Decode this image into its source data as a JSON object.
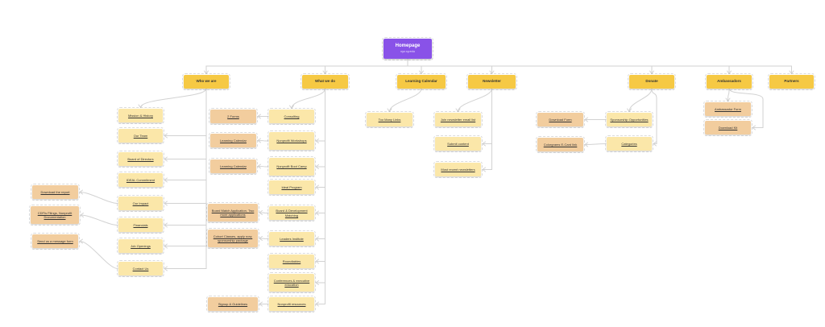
{
  "colors": {
    "purple": "#8952e8",
    "yellow": "#f6c944",
    "light_yellow": "#fbe7a9",
    "tan": "#f2cd9e",
    "connector": "#d2d2d2",
    "text": "#333333"
  },
  "homepage": {
    "title": "Homepage",
    "subtitle": "xyz.xy.edu"
  },
  "nodes": [
    {
      "id": "homepage",
      "type": "root",
      "label": "Homepage"
    },
    {
      "id": "who-we-are",
      "type": "section",
      "label": "Who we are"
    },
    {
      "id": "what-we-do",
      "type": "section",
      "label": "What we do"
    },
    {
      "id": "learning-calendar",
      "type": "section",
      "label": "Learning Calendar"
    },
    {
      "id": "newsletter",
      "type": "section",
      "label": "Newsletter"
    },
    {
      "id": "donate",
      "type": "section",
      "label": "Donate"
    },
    {
      "id": "ambassadors",
      "type": "section",
      "label": "Ambassadors"
    },
    {
      "id": "partners",
      "type": "section",
      "label": "Partners"
    },
    {
      "id": "mission-history",
      "type": "page",
      "label": "Mission & History"
    },
    {
      "id": "our-team",
      "type": "page",
      "label": "Our Team"
    },
    {
      "id": "board-of-directors",
      "type": "page",
      "label": "Board of Directors"
    },
    {
      "id": "ideal-commitment",
      "type": "page",
      "label": "IDEAL Commitment"
    },
    {
      "id": "our-impact",
      "type": "page",
      "label": "Our Impact"
    },
    {
      "id": "financials",
      "type": "page",
      "label": "Financials"
    },
    {
      "id": "job-openings",
      "type": "page",
      "label": "Job Openings"
    },
    {
      "id": "contact-us",
      "type": "page",
      "label": "Contact Us"
    },
    {
      "id": "download-the-report",
      "type": "leaf",
      "label": "Download the report"
    },
    {
      "id": "cdfi-docs",
      "type": "leaf",
      "label": "CDFIs Filings, Nonprofit Documentation"
    },
    {
      "id": "send-message-form",
      "type": "leaf",
      "label": "Send us a message form"
    },
    {
      "id": "consulting",
      "type": "page",
      "label": "Consulting"
    },
    {
      "id": "nonprofit-workshops",
      "type": "page",
      "label": "Nonprofit Workshops"
    },
    {
      "id": "nonprofit-boot-camp",
      "type": "page",
      "label": "Nonprofit Boot Camp"
    },
    {
      "id": "ideal-program",
      "type": "page",
      "label": "Ideal Program"
    },
    {
      "id": "board-dev-matching",
      "type": "page",
      "label": "Board & Development Matching"
    },
    {
      "id": "leaders-institute",
      "type": "page",
      "label": "Leaders Institute"
    },
    {
      "id": "roundtables",
      "type": "page",
      "label": "Roundtables"
    },
    {
      "id": "conferences",
      "type": "page",
      "label": "Conferences & executive education"
    },
    {
      "id": "nonprofit-resources",
      "type": "page",
      "label": "Nonprofit resources"
    },
    {
      "id": "two-forms",
      "type": "leaf",
      "label": "2 Forms"
    },
    {
      "id": "learning-calendar-1",
      "type": "leaf",
      "label": "Learning Calendar"
    },
    {
      "id": "learning-calendar-2",
      "type": "leaf",
      "label": "Learning Calendar"
    },
    {
      "id": "board-match-app",
      "type": "leaf",
      "label": "Board Match Application, Two more applications"
    },
    {
      "id": "cohort-classes",
      "type": "leaf",
      "label": "Cohort Classes, apply now, sponsorship package"
    },
    {
      "id": "signup-guidelines",
      "type": "leaf",
      "label": "Signup & Guidelines"
    },
    {
      "id": "too-many-links",
      "type": "page",
      "label": "Too Many Links"
    },
    {
      "id": "join-newsletter",
      "type": "page",
      "label": "Join newsletter email list"
    },
    {
      "id": "submit-content",
      "type": "page",
      "label": "Submit content"
    },
    {
      "id": "want-recent",
      "type": "page",
      "label": "Most recent newsletters"
    },
    {
      "id": "sponsorship-opps",
      "type": "page",
      "label": "Sponsorship Opportunities"
    },
    {
      "id": "categories",
      "type": "page",
      "label": "Categories"
    },
    {
      "id": "download-form",
      "type": "leaf",
      "label": "Download Form"
    },
    {
      "id": "colograms",
      "type": "leaf",
      "label": "Colorgrams E-Card link"
    },
    {
      "id": "ambassador-form",
      "type": "leaf",
      "label": "Ambassador Form"
    },
    {
      "id": "download-kit",
      "type": "leaf",
      "label": "Download Kit"
    }
  ],
  "edges": [
    {
      "from": "homepage",
      "to": "who-we-are",
      "route": "bus"
    },
    {
      "from": "homepage",
      "to": "what-we-do",
      "route": "bus"
    },
    {
      "from": "homepage",
      "to": "learning-calendar",
      "route": "bus"
    },
    {
      "from": "homepage",
      "to": "newsletter",
      "route": "bus"
    },
    {
      "from": "homepage",
      "to": "donate",
      "route": "bus"
    },
    {
      "from": "homepage",
      "to": "ambassadors",
      "route": "bus"
    },
    {
      "from": "homepage",
      "to": "partners",
      "route": "bus"
    },
    {
      "from": "who-we-are",
      "to": "mission-history",
      "route": "top"
    },
    {
      "from": "who-we-are",
      "to": "our-team",
      "route": "side"
    },
    {
      "from": "who-we-are",
      "to": "board-of-directors",
      "route": "side"
    },
    {
      "from": "who-we-are",
      "to": "ideal-commitment",
      "route": "side"
    },
    {
      "from": "who-we-are",
      "to": "our-impact",
      "route": "side"
    },
    {
      "from": "who-we-are",
      "to": "financials",
      "route": "side"
    },
    {
      "from": "who-we-are",
      "to": "job-openings",
      "route": "side"
    },
    {
      "from": "who-we-are",
      "to": "contact-us",
      "route": "side"
    },
    {
      "from": "what-we-do",
      "to": "consulting",
      "route": "top"
    },
    {
      "from": "what-we-do",
      "to": "nonprofit-workshops",
      "route": "side"
    },
    {
      "from": "what-we-do",
      "to": "nonprofit-boot-camp",
      "route": "side"
    },
    {
      "from": "what-we-do",
      "to": "ideal-program",
      "route": "side"
    },
    {
      "from": "what-we-do",
      "to": "board-dev-matching",
      "route": "side"
    },
    {
      "from": "what-we-do",
      "to": "leaders-institute",
      "route": "side"
    },
    {
      "from": "what-we-do",
      "to": "roundtables",
      "route": "side"
    },
    {
      "from": "what-we-do",
      "to": "conferences",
      "route": "side"
    },
    {
      "from": "what-we-do",
      "to": "nonprofit-resources",
      "route": "side"
    },
    {
      "from": "learning-calendar",
      "to": "too-many-links",
      "route": "top"
    },
    {
      "from": "newsletter",
      "to": "join-newsletter",
      "route": "top"
    },
    {
      "from": "newsletter",
      "to": "submit-content",
      "route": "side"
    },
    {
      "from": "newsletter",
      "to": "want-recent",
      "route": "side"
    },
    {
      "from": "donate",
      "to": "sponsorship-opps",
      "route": "top"
    },
    {
      "from": "donate",
      "to": "categories",
      "route": "side"
    },
    {
      "from": "ambassadors",
      "to": "ambassador-form",
      "route": "top"
    },
    {
      "from": "ambassadors",
      "to": "download-kit",
      "route": "side"
    },
    {
      "from": "our-impact",
      "to": "download-the-report",
      "route": "leaf"
    },
    {
      "from": "financials",
      "to": "cdfi-docs",
      "route": "leaf"
    },
    {
      "from": "contact-us",
      "to": "send-message-form",
      "route": "leaf"
    },
    {
      "from": "consulting",
      "to": "two-forms",
      "route": "leaf"
    },
    {
      "from": "nonprofit-workshops",
      "to": "learning-calendar-1",
      "route": "leaf"
    },
    {
      "from": "nonprofit-boot-camp",
      "to": "learning-calendar-2",
      "route": "leaf"
    },
    {
      "from": "board-dev-matching",
      "to": "board-match-app",
      "route": "leaf"
    },
    {
      "from": "leaders-institute",
      "to": "cohort-classes",
      "route": "leaf"
    },
    {
      "from": "nonprofit-resources",
      "to": "signup-guidelines",
      "route": "leaf"
    },
    {
      "from": "sponsorship-opps",
      "to": "download-form",
      "route": "leaf"
    },
    {
      "from": "categories",
      "to": "colograms",
      "route": "leaf"
    }
  ]
}
